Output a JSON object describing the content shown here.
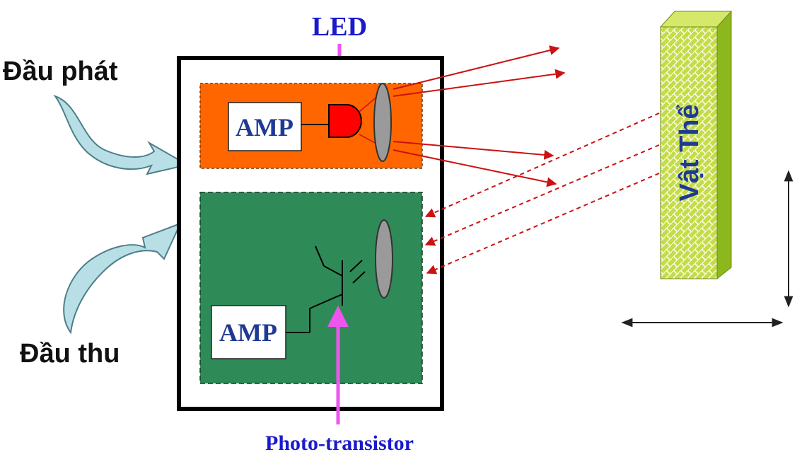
{
  "labels": {
    "led": "LED",
    "emitter": "Đầu phát",
    "receiver": "Đầu thu",
    "amp_top": "AMP",
    "amp_bottom": "AMP",
    "phototransistor": "Photo-transistor",
    "object": "Vật Thể"
  },
  "colors": {
    "led_label": "#1a1acc",
    "photo_label": "#1a1acc",
    "emitter_panel": "#ff6600",
    "receiver_panel": "#2e8b57",
    "led_body": "#ff0000",
    "ray": "#cc1111",
    "pointer": "#ee55ee",
    "object_front": "#b8d43a",
    "object_side": "#8cb81e",
    "curved_arrow": "#b9dfe6",
    "amp_text": "#1f3a93"
  },
  "icons": {
    "emitter_arrow": "curved-arrow-icon",
    "receiver_arrow": "curved-arrow-icon",
    "led": "led-diode-icon",
    "lens": "lens-icon",
    "transistor": "phototransistor-symbol-icon"
  }
}
